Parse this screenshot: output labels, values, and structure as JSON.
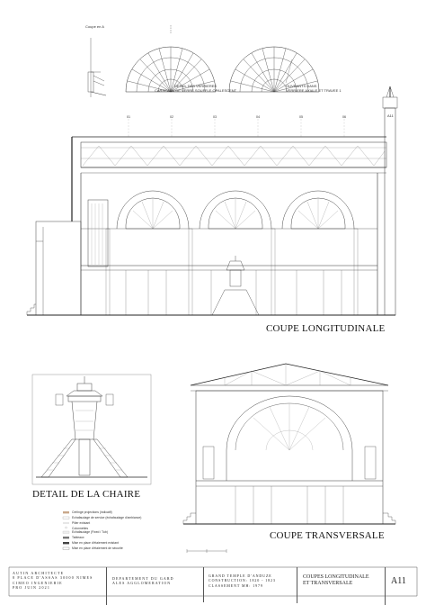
{
  "drawing": {
    "coupe_label": "Coupe en A",
    "detail_left": [
      "DETAIL DES VERRIERES",
      "CARREAUX DE VERRE SOUFFLE OPALESCENT"
    ],
    "detail_right": [
      "OUVRANTS DANS",
      "VERRIERE AXIALE ET TRAVEE 1"
    ],
    "axes": [
      "01",
      "02",
      "03",
      "04",
      "05",
      "06"
    ],
    "title_longitudinal": "COUPE LONGITUDINALE",
    "title_chaire": "DETAIL DE LA CHAIRE",
    "title_transversale": "COUPE TRANSVERSALE",
    "sheet_number": "A11"
  },
  "legend": [
    {
      "label": "Cérlinge projections (indicatif)",
      "color": "#c9a88a"
    },
    {
      "label": "Echafaudage de service (échafaudage d'ambiance)",
      "color": "#8a8a8a"
    },
    {
      "label": "Pilier existant",
      "color": "#555555"
    },
    {
      "label": "Colonnettes",
      "color": "#999999"
    },
    {
      "label": "Echafaudage (Fixed / Tub)",
      "color": "#bbbbbb"
    },
    {
      "label": "Tableaux",
      "color": "#777777"
    },
    {
      "label": "Mise en place d'étaiement existant",
      "color": "#444444"
    },
    {
      "label": "Mise en place d'étaiement de sécurité",
      "color": "#666666"
    }
  ],
  "title_block": {
    "architect": [
      "AUTIN ARCHITECTE",
      "8 PLACE D'ASSAS 30000 NIMES",
      "CIMEO INGENIERIE",
      "PRO JUIN 2021"
    ],
    "client": [
      "DEPARTEMENT DU GARD",
      "ALES AGGLOMERATION"
    ],
    "project": [
      "GRAND TEMPLE D'ANDUZE",
      "CONSTRUCTION: 1820 - 1823",
      "CLASSEMENT MH: 1979"
    ],
    "sheet_title": [
      "COUPES LONGITUDINALE",
      "ET TRANSVERSALE"
    ],
    "sheet_number": "A11"
  }
}
